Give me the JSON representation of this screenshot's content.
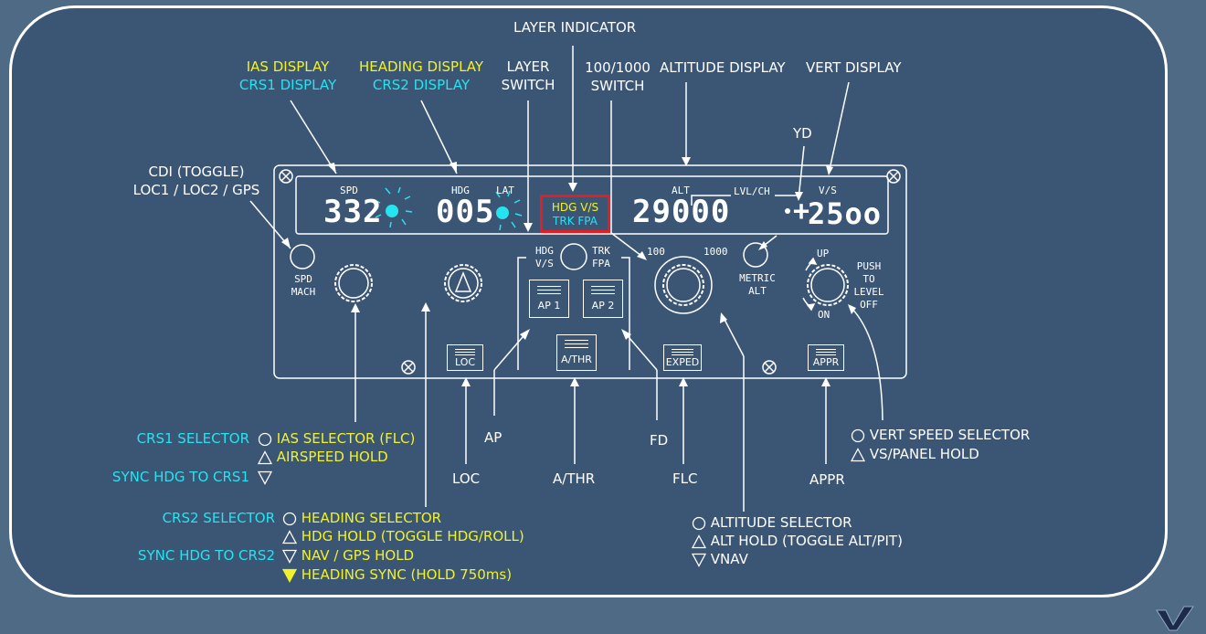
{
  "labels": {
    "layer_indicator": "LAYER INDICATOR",
    "ias_display": "IAS DISPLAY",
    "crs1_display": "CRS1 DISPLAY",
    "heading_display": "HEADING DISPLAY",
    "crs2_display": "CRS2 DISPLAY",
    "layer_switch_1": "LAYER",
    "layer_switch_2": "SWITCH",
    "switch_100_1000_1": "100/1000",
    "switch_100_1000_2": "SWITCH",
    "altitude_display": "ALTITUDE DISPLAY",
    "vert_display": "VERT DISPLAY",
    "yd": "YD",
    "cdi_1": "CDI (TOGGLE)",
    "cdi_2": "LOC1 / LOC2 / GPS",
    "ap": "AP",
    "fd": "FD",
    "loc": "LOC",
    "athr": "A/THR",
    "flc": "FLC",
    "appr": "APPR"
  },
  "panel": {
    "spd": "SPD",
    "hdg": "HDG",
    "lat": "LAT",
    "alt": "ALT",
    "lvl_ch": "LVL/CH",
    "vs": "V/S",
    "spd_value": "332",
    "hdg_value": "005",
    "alt_value": "29000",
    "vs_value": "25oo",
    "vs_sign": "+",
    "annunc_line1": "HDG V/S",
    "annunc_line2": "TRK FPA",
    "spd_mach_1": "SPD",
    "spd_mach_2": "MACH",
    "hdg_vs_1": "HDG",
    "hdg_vs_2": "V/S",
    "trk_fpa_1": "TRK",
    "trk_fpa_2": "FPA",
    "knob_100": "100",
    "knob_1000": "1000",
    "metric_alt_1": "METRIC",
    "metric_alt_2": "ALT",
    "up": "UP",
    "on": "ON",
    "push_1": "PUSH",
    "push_2": "TO",
    "push_3": "LEVEL",
    "push_4": "OFF",
    "btn_ap1": "AP 1",
    "btn_ap2": "AP 2",
    "btn_athr": "A/THR",
    "btn_loc": "LOC",
    "btn_exped": "EXPED",
    "btn_appr": "APPR"
  },
  "legend_ias": {
    "crs1_selector": "CRS1 SELECTOR",
    "ias_selector": "IAS SELECTOR (FLC)",
    "airspeed_hold": "AIRSPEED HOLD",
    "sync_hdg_crs1": "SYNC HDG TO CRS1"
  },
  "legend_hdg": {
    "crs2_selector": "CRS2 SELECTOR",
    "heading_selector": "HEADING SELECTOR",
    "hdg_hold": "HDG HOLD (TOGGLE HDG/ROLL)",
    "sync_hdg_crs2": "SYNC HDG TO CRS2",
    "nav_gps_hold": "NAV / GPS HOLD",
    "heading_sync": "HEADING SYNC (HOLD 750ms)"
  },
  "legend_alt": {
    "altitude_selector": "ALTITUDE SELECTOR",
    "alt_hold": "ALT HOLD (TOGGLE ALT/PIT)",
    "vnav": "VNAV"
  },
  "legend_vs": {
    "vert_speed_selector": "VERT SPEED SELECTOR",
    "vs_panel_hold": "VS/PANEL HOLD"
  },
  "colors": {
    "background": "#4f6a84",
    "panel": "#3b5675",
    "white": "#ffffff",
    "yellow": "#f1f22a",
    "cyan": "#26e3f0",
    "highlight_box": "#e01e24"
  },
  "icons": {
    "push": "circle-icon",
    "pull": "triangle-up-icon",
    "rotate_ccw": "triangle-down-icon",
    "hold": "filled-triangle-down-icon"
  }
}
